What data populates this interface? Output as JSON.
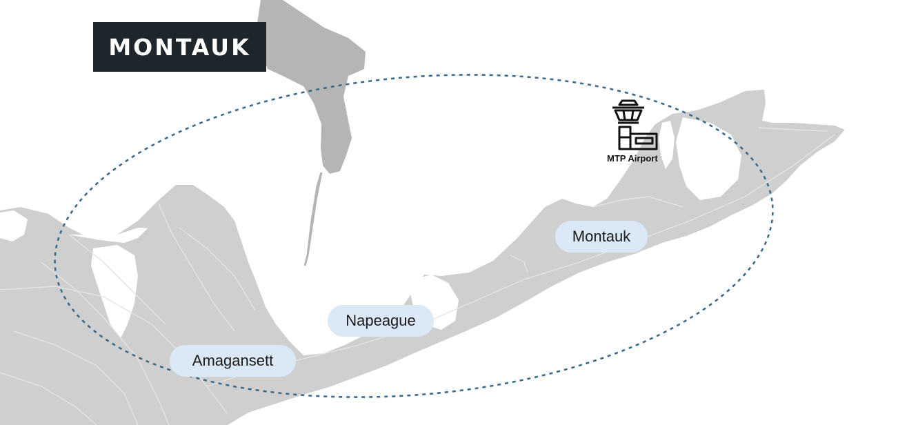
{
  "map": {
    "title": "MONTAUK",
    "places": {
      "amagansett": "Amagansett",
      "napeague": "Napeague",
      "montauk": "Montauk"
    },
    "airport": {
      "label": "MTP Airport",
      "icon": "control-tower-icon"
    },
    "colors": {
      "land": "#cfcfcf",
      "land_dark": "#b5b5b5",
      "road": "#e4e4e4",
      "water": "#ffffff",
      "boundary_ellipse": "#3a6b8c",
      "title_bg": "#1f262b",
      "label_bg": "#dbe9f6"
    }
  }
}
